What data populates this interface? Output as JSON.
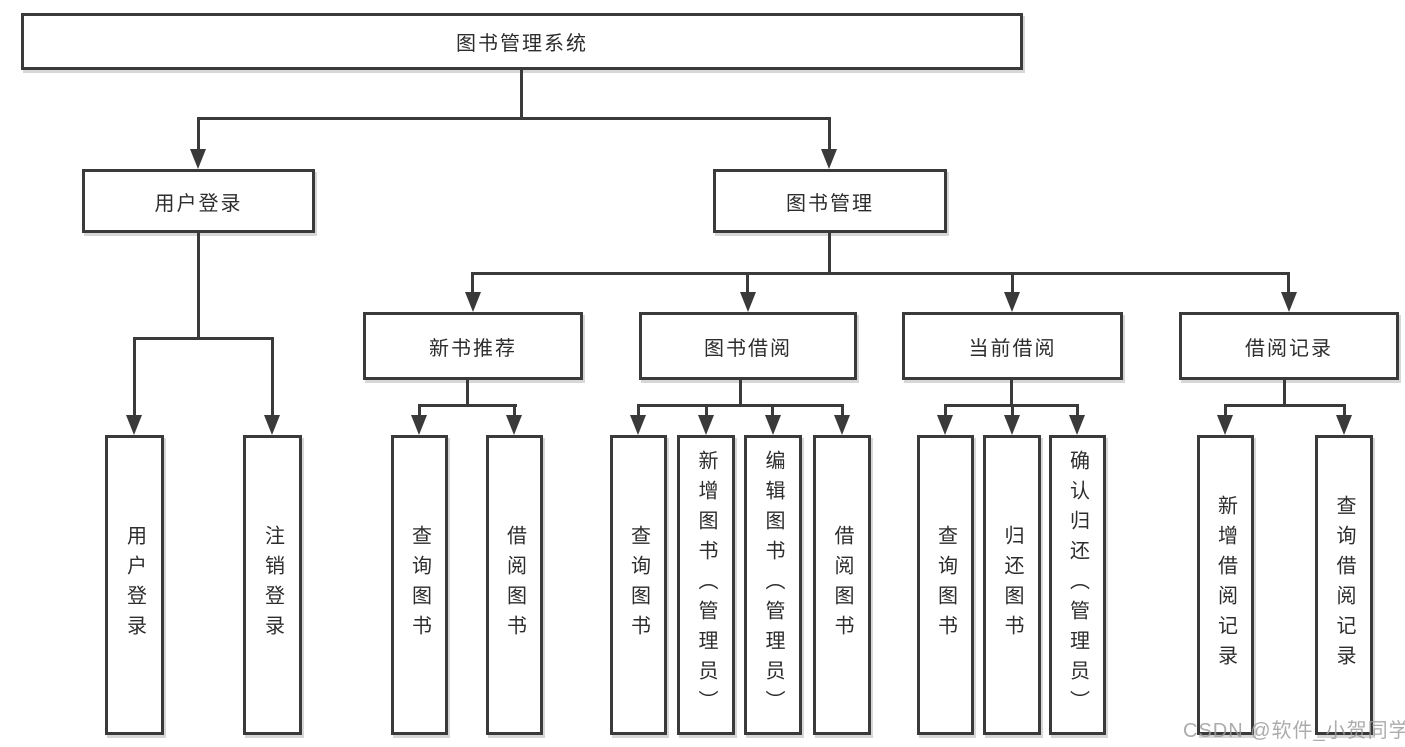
{
  "diagram": {
    "title": "图书管理系统",
    "branches": {
      "user": {
        "label": "用户登录",
        "children": [
          "用户登录",
          "注销登录"
        ]
      },
      "management": {
        "label": "图书管理"
      }
    },
    "modules": [
      {
        "label": "新书推荐",
        "children": [
          "查询图书",
          "借阅图书"
        ]
      },
      {
        "label": "图书借阅",
        "children": [
          "查询图书",
          "新增图书（管理员）",
          "编辑图书（管理员）",
          "借阅图书"
        ]
      },
      {
        "label": "当前借阅",
        "children": [
          "查询图书",
          "归还图书",
          "确认归还（管理员）"
        ]
      },
      {
        "label": "借阅记录",
        "children": [
          "新增借阅记录",
          "查询借阅记录"
        ]
      }
    ]
  },
  "watermark": {
    "text": "CSDN @软件_小贺同学"
  },
  "colors": {
    "background": "#ffffff",
    "line": "#3a3a3a",
    "box_border": "#3a3a3a",
    "box_fill": "#ffffff",
    "text": "#2d2d2d",
    "watermark": "#9e9e9e"
  }
}
